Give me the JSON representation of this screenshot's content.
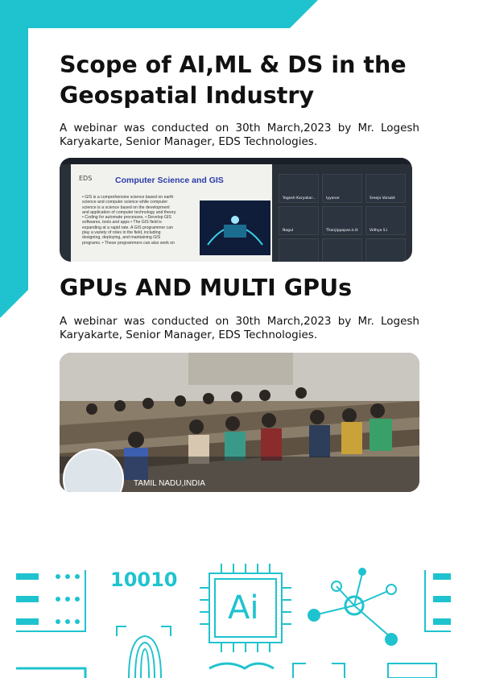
{
  "section1": {
    "title": "Scope of AI,ML & DS in the Geospatial Industry",
    "description": "A webinar was conducted on 30th March,2023 by Mr. Logesh Karyakarte, Senior Manager, EDS Technologies.",
    "screenshot": {
      "slide_title": "Computer Science and GIS",
      "slide_logo": "EDS",
      "slide_bullets": "• GIS is a comprehensive science based on earth science and computer science while computer science is a science based on the development and application of computer technology and theory. • Coding for automate processes. • Develop GIS softwares, tools and apps • The GIS field is expanding at a rapid rate. A GIS programmer can play a variety of roles in the field, including designing, deploying, and maintaining GIS programs. • These programmers can also work on",
      "participants": [
        "Yogesh Karyakar...",
        "Iyyanar",
        "Sreeja Vaisakt",
        "Nagul",
        "Thanjippapan.k.tt",
        "Vidhya S.I"
      ]
    }
  },
  "section2": {
    "title": "GPUs AND MULTI GPUs",
    "description": "A webinar was conducted on 30th March,2023 by Mr. Logesh Karyakarte, Senior Manager, EDS Technologies.",
    "photo_overlay": "TAMIL NADU,INDIA"
  },
  "footer": {
    "binary_text": "10010",
    "chip_text": "Ai",
    "accent_color": "#1fc3cf"
  }
}
